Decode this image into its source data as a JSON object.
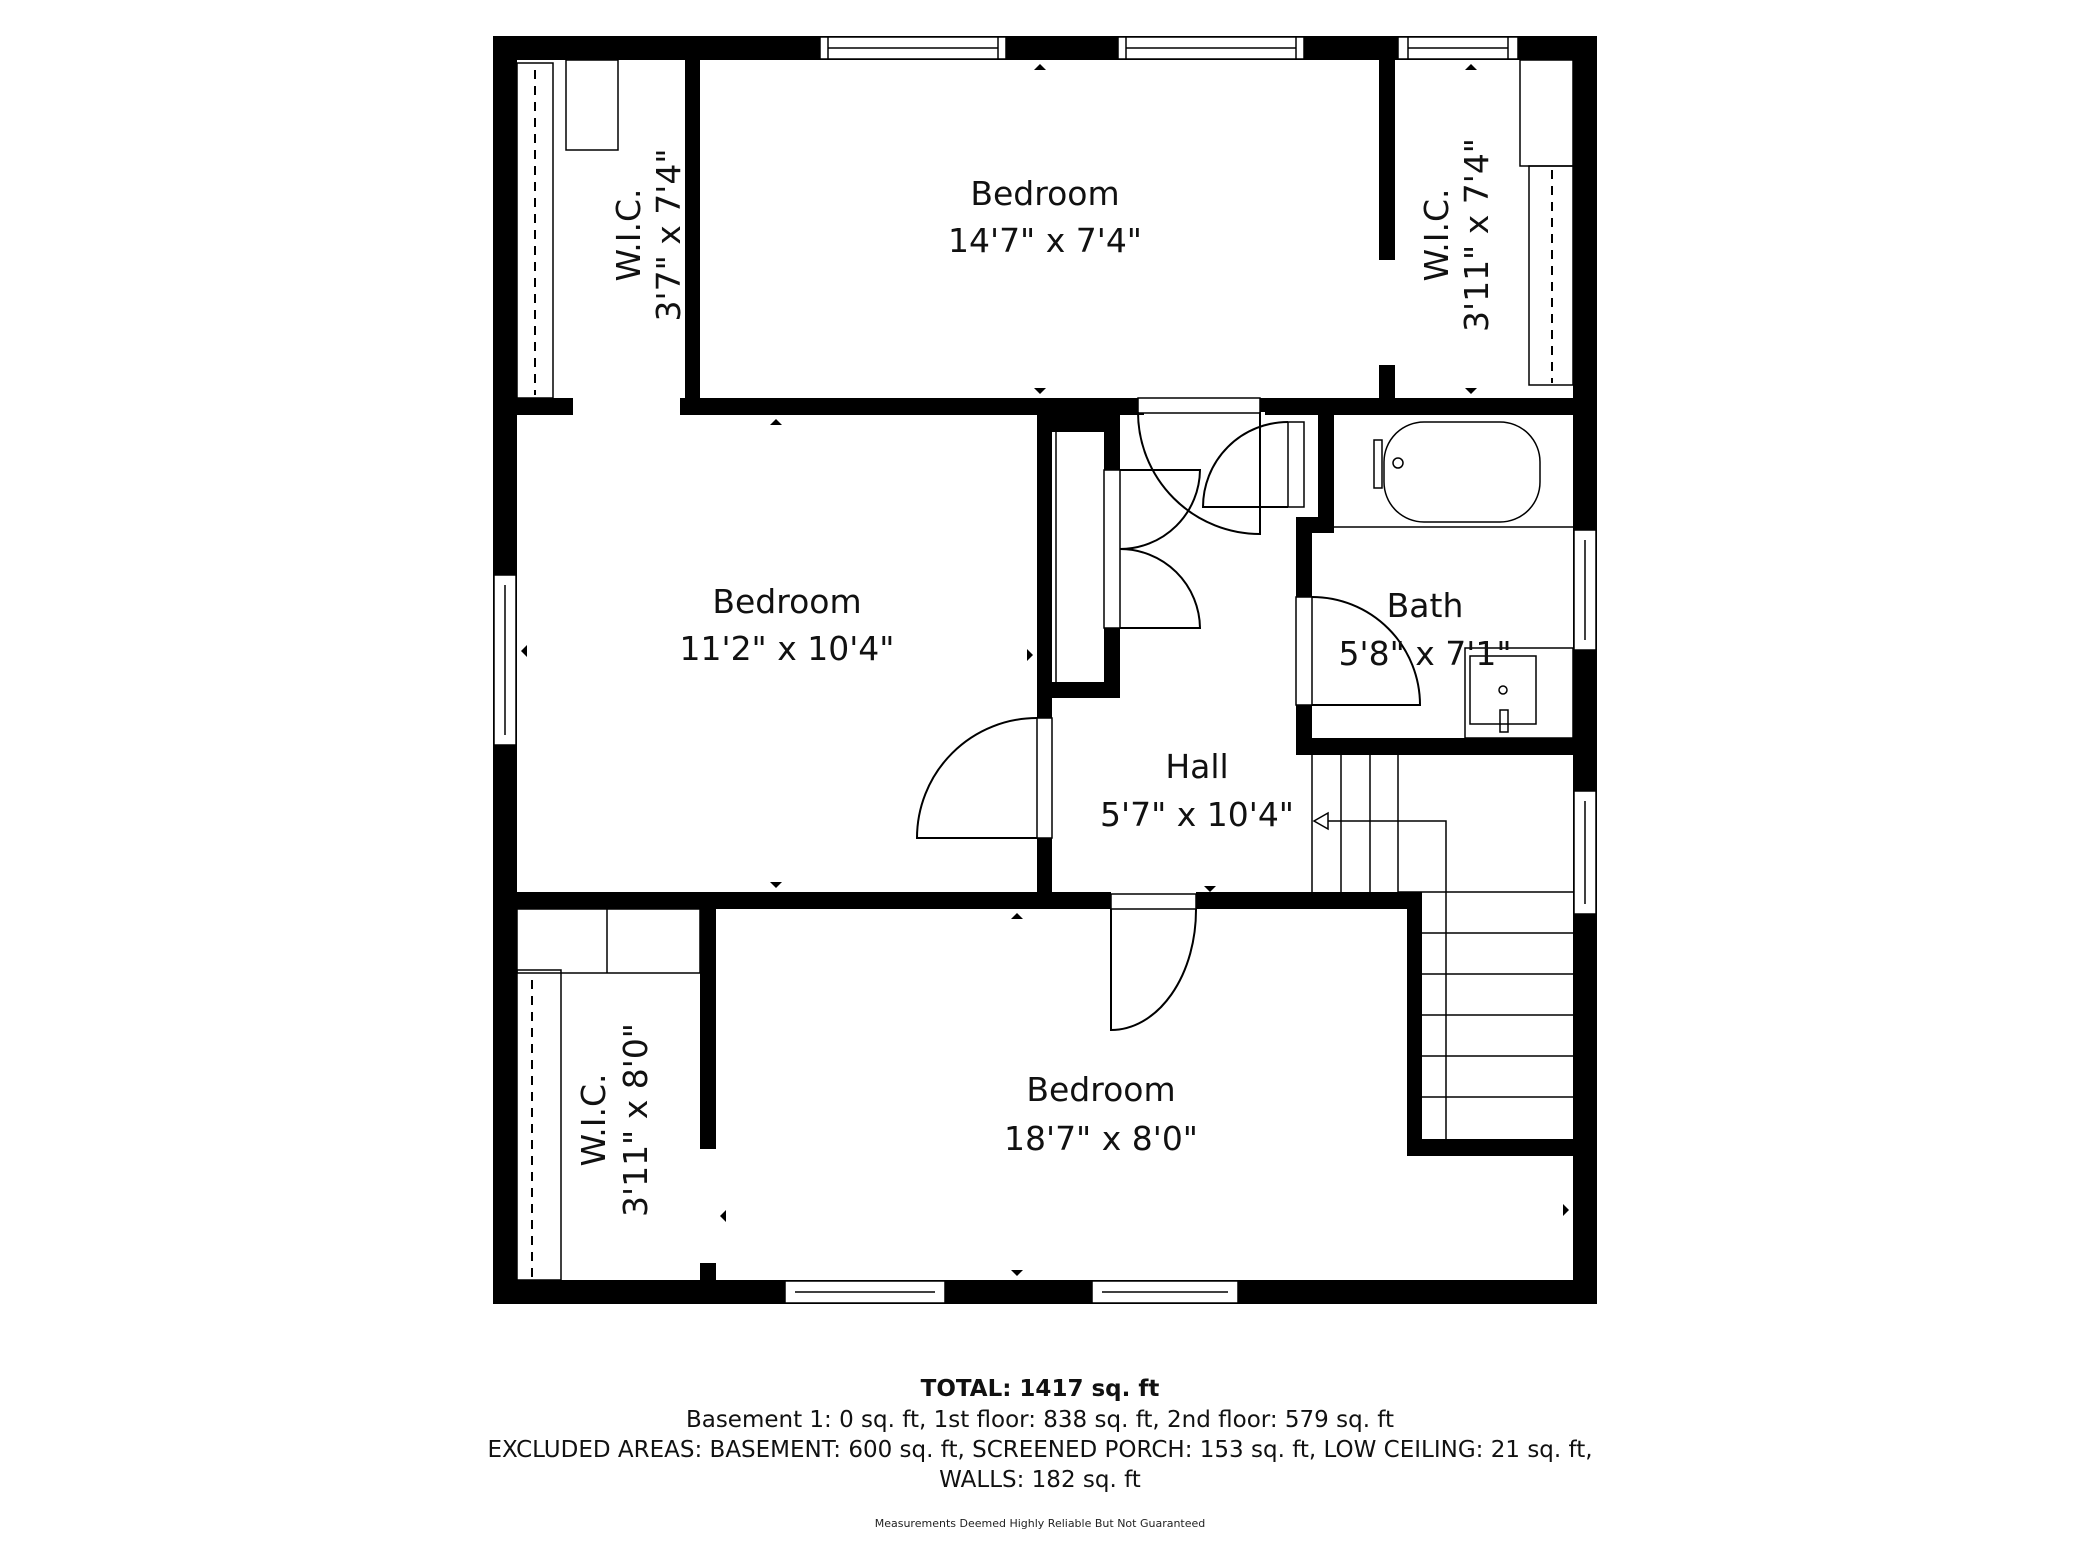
{
  "rooms": {
    "bedroom_top": {
      "name": "Bedroom",
      "dims": "14'7\" x 7'4\""
    },
    "wic_top_left": {
      "name": "W.I.C.",
      "dims": "3'7\" x 7'4\""
    },
    "wic_top_right": {
      "name": "W.I.C.",
      "dims": "3'11\" x 7'4\""
    },
    "bedroom_mid": {
      "name": "Bedroom",
      "dims": "11'2\" x 10'4\""
    },
    "bath": {
      "name": "Bath",
      "dims": "5'8\" x 7'1\""
    },
    "hall": {
      "name": "Hall",
      "dims": "5'7\" x 10'4\""
    },
    "wic_bottom_left": {
      "name": "W.I.C.",
      "dims": "3'11\" x 8'0\""
    },
    "bedroom_bottom": {
      "name": "Bedroom",
      "dims": "18'7\" x 8'0\""
    }
  },
  "summary": {
    "total": "TOTAL: 1417 sq. ft",
    "floors": "Basement 1: 0 sq. ft, 1st floor: 838 sq. ft, 2nd floor: 579 sq. ft",
    "excluded": "EXCLUDED AREAS: BASEMENT: 600 sq. ft, SCREENED PORCH: 153 sq. ft, LOW CEILING: 21 sq. ft,",
    "walls": "WALLS: 182 sq. ft",
    "disclaimer": "Measurements Deemed Highly Reliable But Not Guaranteed"
  },
  "colors": {
    "wall": "#000000",
    "background": "#ffffff",
    "text": "#111111"
  }
}
